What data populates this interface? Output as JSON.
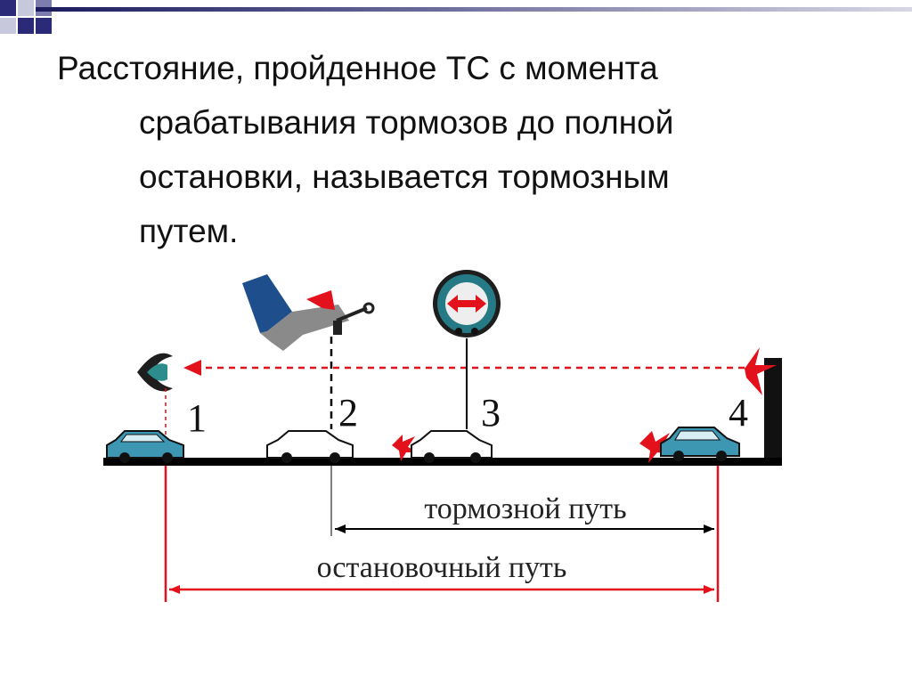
{
  "slide": {
    "definition_lines": [
      "Расстояние, пройденное ТС с момента",
      "срабатывания тормозов до полной",
      "остановки, называется тормозным",
      "путем."
    ]
  },
  "diagram": {
    "markers": [
      "1",
      "2",
      "3",
      "4"
    ],
    "braking_distance_label": "тормозной путь",
    "stopping_distance_label": "остановочный путь",
    "icons": [
      "eye-icon",
      "brake-pedal-icon",
      "brake-drum-icon",
      "stop-obstacle-icon",
      "car-icon"
    ],
    "colors": {
      "accent_red": "#e3111b",
      "road": "#000000",
      "car_teal": "#3d97b3",
      "drum_teal": "#267a86",
      "pedal_blue": "#1f4e8c"
    }
  }
}
